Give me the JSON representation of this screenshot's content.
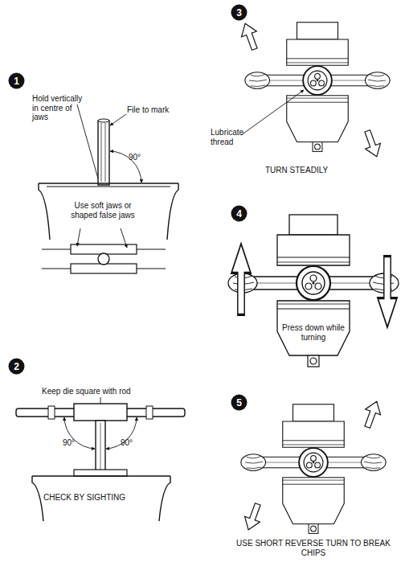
{
  "diagram": {
    "nodes": [
      {
        "text": [
          "1"
        ]
      },
      {
        "text": [
          "2"
        ]
      },
      {
        "text": [
          "3"
        ]
      },
      {
        "text": [
          "4"
        ]
      },
      {
        "text": [
          "5"
        ]
      }
    ],
    "labels": [
      "Hold vertically in centre of jaws",
      "File to mark",
      "90°",
      "Use soft jaws or shaped false jaws",
      "Keep die square with rod",
      "90°",
      "90°",
      "CHECK BY SIGHTING",
      "Lubricate thread",
      "TURN STEADILY",
      "Press down while turning",
      "USE SHORT REVERSE TURN TO BREAK CHIPS"
    ]
  }
}
